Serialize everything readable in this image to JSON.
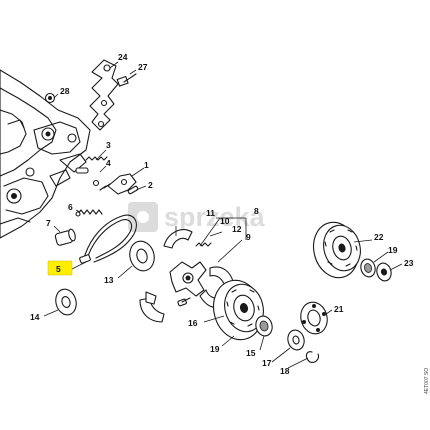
{
  "watermark": {
    "text": "sprzeka"
  },
  "doc_id": "4ET007 SO",
  "callouts": [
    {
      "id": "c1",
      "label": "1"
    },
    {
      "id": "c2",
      "label": "2"
    },
    {
      "id": "c3",
      "label": "3"
    },
    {
      "id": "c4",
      "label": "4"
    },
    {
      "id": "c5",
      "label": "5",
      "highlighted": true
    },
    {
      "id": "c6",
      "label": "6"
    },
    {
      "id": "c7",
      "label": "7"
    },
    {
      "id": "c8",
      "label": "8"
    },
    {
      "id": "c9",
      "label": "9"
    },
    {
      "id": "c10",
      "label": "10"
    },
    {
      "id": "c11",
      "label": "11"
    },
    {
      "id": "c12",
      "label": "12"
    },
    {
      "id": "c13",
      "label": "13"
    },
    {
      "id": "c14",
      "label": "14"
    },
    {
      "id": "c15",
      "label": "15"
    },
    {
      "id": "c16",
      "label": "16"
    },
    {
      "id": "c17",
      "label": "17"
    },
    {
      "id": "c18",
      "label": "18"
    },
    {
      "id": "c19a",
      "label": "19"
    },
    {
      "id": "c19b",
      "label": "19"
    },
    {
      "id": "c21",
      "label": "21"
    },
    {
      "id": "c22",
      "label": "22"
    },
    {
      "id": "c23",
      "label": "23"
    },
    {
      "id": "c24",
      "label": "24"
    },
    {
      "id": "c27",
      "label": "27"
    },
    {
      "id": "c28",
      "label": "28"
    }
  ],
  "colors": {
    "highlight": "#ffee00",
    "ink": "#1a1a1a",
    "watermark": "#dcdcdc"
  }
}
